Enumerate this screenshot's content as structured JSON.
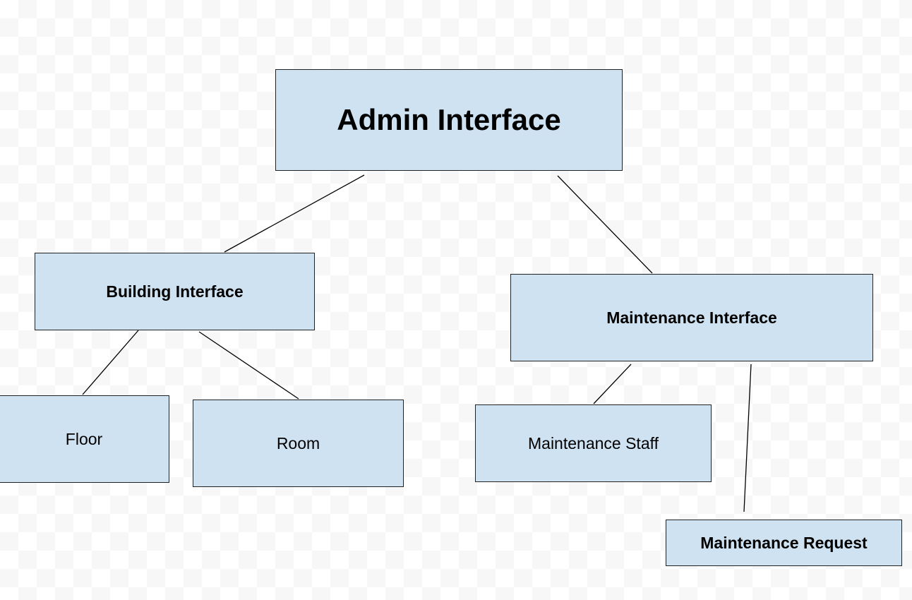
{
  "diagram": {
    "style": {
      "node_fill": "#cfe2f1",
      "node_border": "#222222",
      "connector_color": "#000000",
      "text_color": "#000000"
    },
    "nodes": {
      "admin_interface": {
        "label": "Admin Interface"
      },
      "building_interface": {
        "label": "Building Interface"
      },
      "maintenance_interface": {
        "label": "Maintenance Interface"
      },
      "floor": {
        "label": "Floor"
      },
      "room": {
        "label": "Room"
      },
      "maintenance_staff": {
        "label": "Maintenance Staff"
      },
      "maintenance_request": {
        "label": "Maintenance Request"
      }
    },
    "edges": [
      {
        "from": "Admin Interface",
        "to": "Building Interface"
      },
      {
        "from": "Admin Interface",
        "to": "Maintenance Interface"
      },
      {
        "from": "Building Interface",
        "to": "Floor"
      },
      {
        "from": "Building Interface",
        "to": "Room"
      },
      {
        "from": "Maintenance Interface",
        "to": "Maintenance Staff"
      },
      {
        "from": "Maintenance Interface",
        "to": "Maintenance Request"
      }
    ]
  }
}
